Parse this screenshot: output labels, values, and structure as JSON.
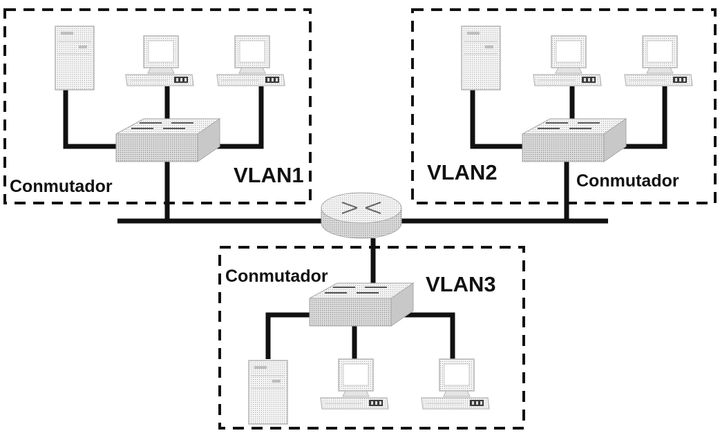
{
  "diagram": {
    "vlans": [
      {
        "id": "vlan1",
        "name": "VLAN1",
        "switch_label": "Conmutador"
      },
      {
        "id": "vlan2",
        "name": "VLAN2",
        "switch_label": "Conmutador"
      },
      {
        "id": "vlan3",
        "name": "VLAN3",
        "switch_label": "Conmutador"
      }
    ],
    "colors": {
      "line": "#111111",
      "device_fill": "#eeeeee",
      "device_edge": "#b5b5b5",
      "switch_fill": "#d6d6d6",
      "router_fill": "#d2d2d2"
    }
  }
}
